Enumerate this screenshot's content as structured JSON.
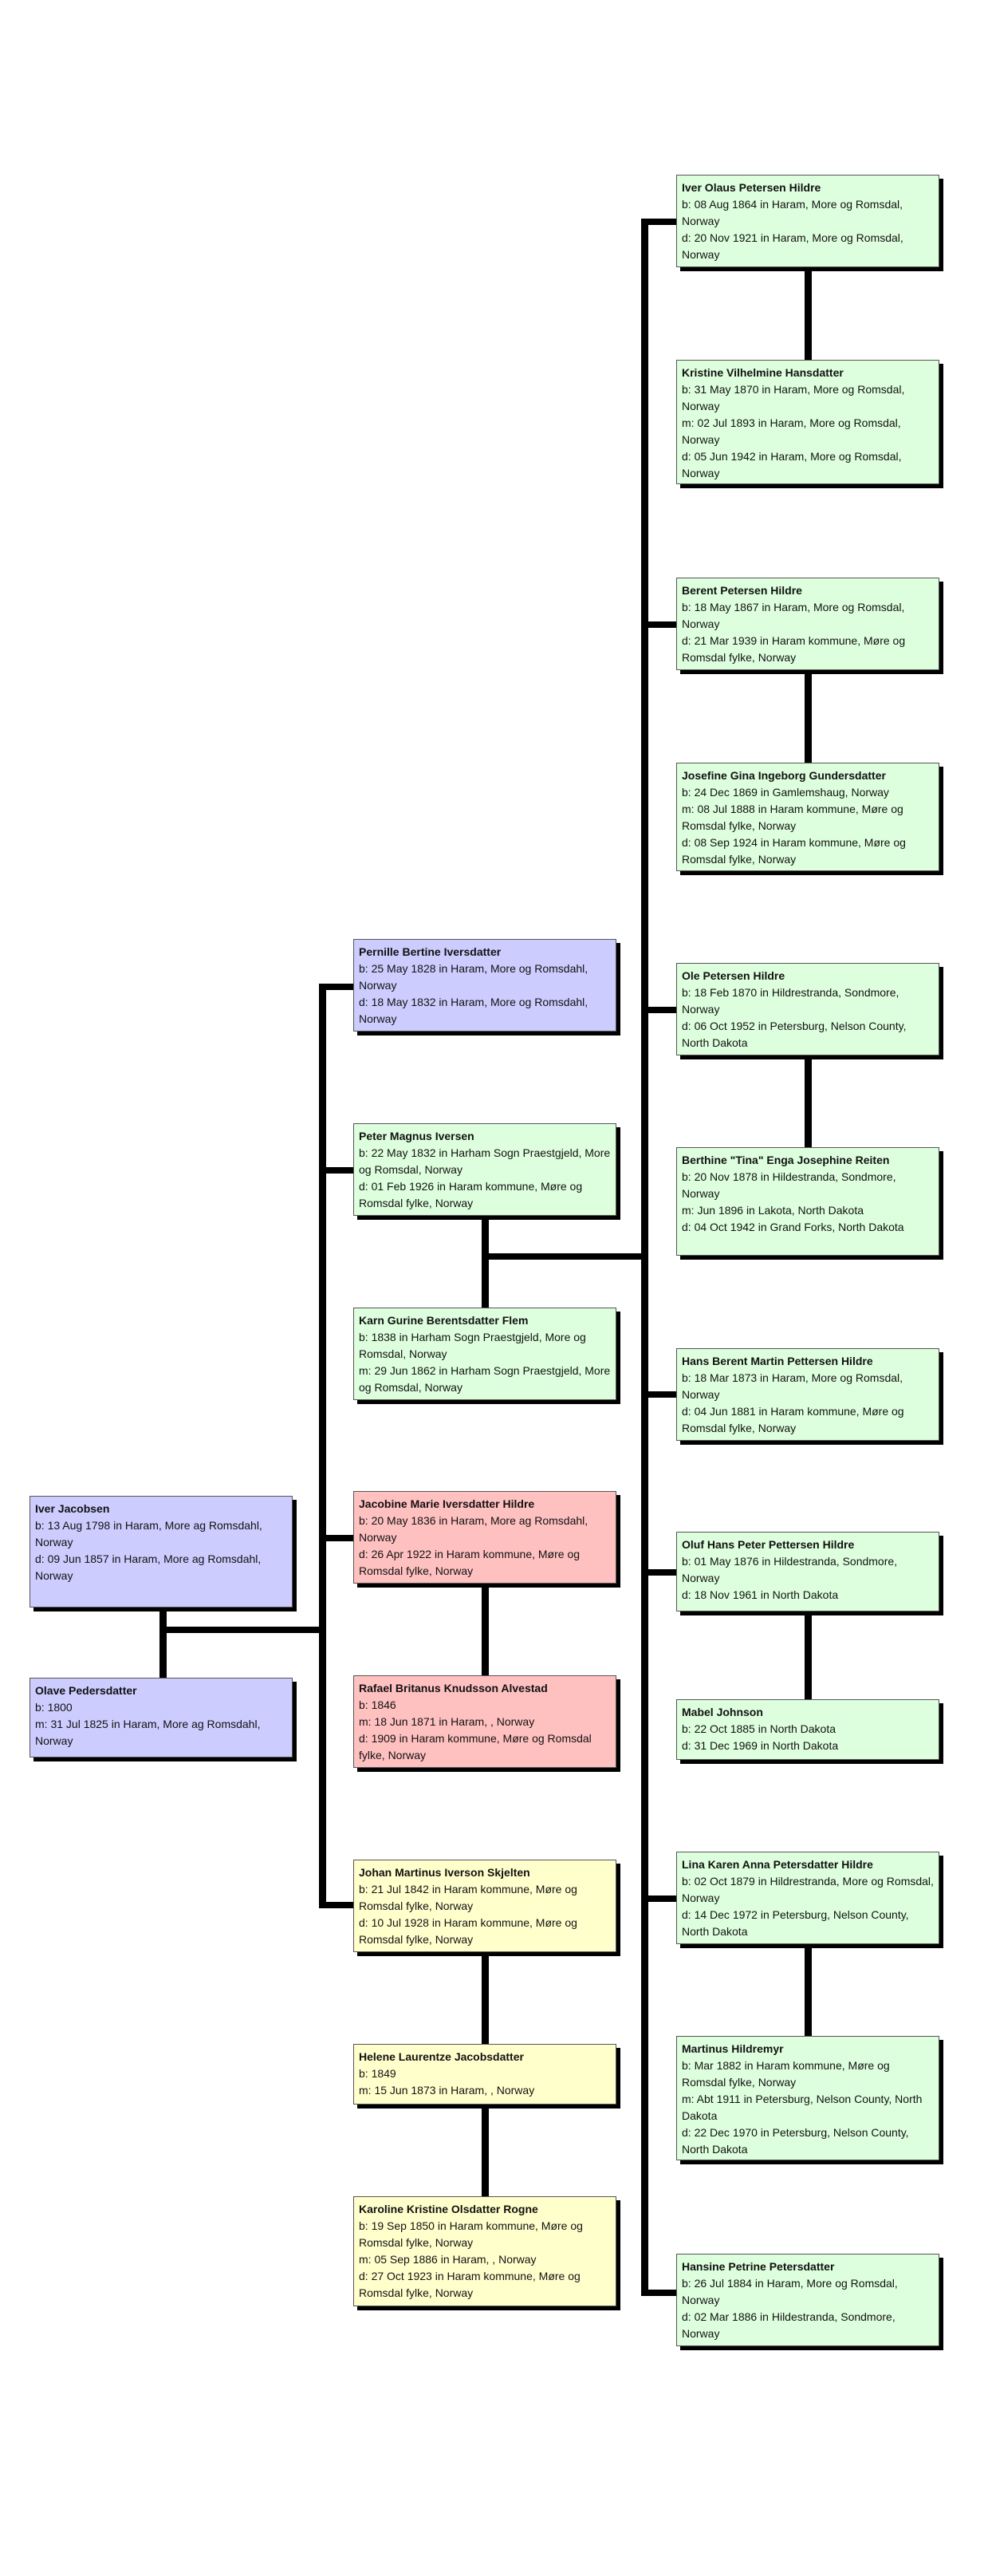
{
  "colors": {
    "blue": "#ccccff",
    "green": "#ddffdd",
    "pink": "#ffc0c0",
    "yellow": "#ffffcc",
    "line": "#000000",
    "shadow": "#000000"
  },
  "people": {
    "iver_jacobsen": {
      "name": "Iver Jacobsen",
      "lines": [
        "b: 13 Aug 1798 in Haram, More ag Romsdahl, Norway",
        "d: 09 Jun 1857 in Haram, More ag Romsdahl, Norway"
      ]
    },
    "olave_pedersdatter": {
      "name": "Olave Pedersdatter",
      "lines": [
        "b: 1800",
        "m: 31 Jul 1825 in Haram, More ag Romsdahl, Norway"
      ]
    },
    "pernille": {
      "name": "Pernille Bertine Iversdatter",
      "lines": [
        "b: 25 May 1828 in Haram, More og Romsdahl, Norway",
        "d: 18 May 1832 in Haram, More og Romsdahl, Norway"
      ]
    },
    "peter_magnus": {
      "name": "Peter Magnus Iversen",
      "lines": [
        "b: 22 May 1832 in Harham Sogn Praestgjeld, More og Romsdal, Norway",
        "d: 01 Feb 1926 in Haram kommune, Møre og Romsdal fylke, Norway"
      ]
    },
    "karn_gurine": {
      "name": "Karn Gurine Berentsdatter Flem",
      "lines": [
        "b: 1838 in Harham Sogn Praestgjeld, More og Romsdal, Norway",
        "m: 29 Jun 1862 in Harham Sogn Praestgjeld, More og Romsdal, Norway"
      ]
    },
    "jacobine": {
      "name": "Jacobine Marie Iversdatter Hildre",
      "lines": [
        "b: 20 May 1836 in Haram, More ag Romsdahl, Norway",
        "d: 26 Apr 1922 in Haram kommune, Møre og Romsdal fylke, Norway"
      ]
    },
    "rafael": {
      "name": "Rafael Britanus Knudsson Alvestad",
      "lines": [
        "b: 1846",
        "m: 18 Jun 1871 in Haram, , Norway",
        "d: 1909 in Haram kommune, Møre og Romsdal fylke, Norway"
      ]
    },
    "johan_martinus": {
      "name": "Johan Martinus Iverson Skjelten",
      "lines": [
        "b: 21 Jul 1842 in Haram kommune, Møre og Romsdal fylke, Norway",
        "d: 10 Jul 1928 in Haram kommune, Møre og Romsdal fylke, Norway"
      ]
    },
    "helene": {
      "name": "Helene Laurentze Jacobsdatter",
      "lines": [
        "b: 1849",
        "m: 15 Jun 1873 in Haram, , Norway"
      ]
    },
    "karoline": {
      "name": "Karoline Kristine Olsdatter Rogne",
      "lines": [
        "b: 19 Sep 1850 in Haram kommune, Møre og Romsdal fylke, Norway",
        "m: 05 Sep 1886 in Haram, , Norway",
        "d: 27 Oct 1923 in Haram kommune, Møre og Romsdal fylke, Norway"
      ]
    },
    "iver_olaus": {
      "name": "Iver Olaus Petersen Hildre",
      "lines": [
        "b: 08 Aug 1864 in Haram, More og Romsdal, Norway",
        "d: 20 Nov 1921 in Haram, More og Romsdal, Norway"
      ]
    },
    "kristine": {
      "name": "Kristine Vilhelmine Hansdatter",
      "lines": [
        "b: 31 May 1870 in Haram, More og Romsdal, Norway",
        "m: 02 Jul 1893 in Haram, More og Romsdal, Norway",
        "d: 05 Jun 1942 in Haram, More og Romsdal, Norway"
      ]
    },
    "berent": {
      "name": "Berent Petersen Hildre",
      "lines": [
        "b: 18 May 1867 in Haram, More og Romsdal, Norway",
        "d: 21 Mar 1939 in Haram kommune, Møre og Romsdal fylke, Norway"
      ]
    },
    "josefine": {
      "name": "Josefine Gina Ingeborg Gundersdatter",
      "lines": [
        "b: 24 Dec 1869 in Gamlemshaug, Norway",
        "m: 08 Jul 1888 in Haram kommune, Møre og Romsdal fylke, Norway",
        "d: 08 Sep 1924 in Haram kommune, Møre og Romsdal fylke, Norway"
      ]
    },
    "ole": {
      "name": "Ole Petersen Hildre",
      "lines": [
        "b: 18 Feb 1870 in Hildrestranda, Sondmore, Norway",
        "d: 06 Oct 1952 in Petersburg, Nelson County, North Dakota"
      ]
    },
    "berthine": {
      "name": "Berthine \"Tina\" Enga Josephine Reiten",
      "lines": [
        "b: 20 Nov 1878 in Hildestranda, Sondmore, Norway",
        "m: Jun 1896 in Lakota, North Dakota",
        "d: 04 Oct 1942 in Grand Forks, North Dakota"
      ]
    },
    "hans_berent": {
      "name": "Hans Berent Martin Pettersen Hildre",
      "lines": [
        "b: 18 Mar 1873 in Haram, More og Romsdal, Norway",
        "d: 04 Jun 1881 in Haram kommune, Møre og Romsdal fylke, Norway"
      ]
    },
    "oluf": {
      "name": "Oluf Hans Peter Pettersen Hildre",
      "lines": [
        "b: 01 May 1876 in Hildestranda, Sondmore, Norway",
        "d: 18 Nov 1961 in North Dakota"
      ]
    },
    "mabel": {
      "name": "Mabel Johnson",
      "lines": [
        "b: 22 Oct 1885 in North Dakota",
        "d: 31 Dec 1969 in North Dakota"
      ]
    },
    "lina": {
      "name": "Lina Karen Anna Petersdatter Hildre",
      "lines": [
        "b: 02 Oct 1879 in Hildrestranda, More og Romsdal, Norway",
        "d: 14 Dec 1972 in Petersburg, Nelson County, North Dakota"
      ]
    },
    "martinus": {
      "name": "Martinus Hildremyr",
      "lines": [
        "b: Mar 1882 in Haram kommune, Møre og Romsdal fylke, Norway",
        "m: Abt 1911 in Petersburg, Nelson County, North Dakota",
        "d: 22 Dec 1970 in Petersburg, Nelson County, North Dakota"
      ]
    },
    "hansine": {
      "name": "Hansine Petrine Petersdatter",
      "lines": [
        "b: 26 Jul 1884 in Haram, More og Romsdal, Norway",
        "d: 02 Mar 1886 in Hildestranda, Sondmore, Norway"
      ]
    }
  }
}
